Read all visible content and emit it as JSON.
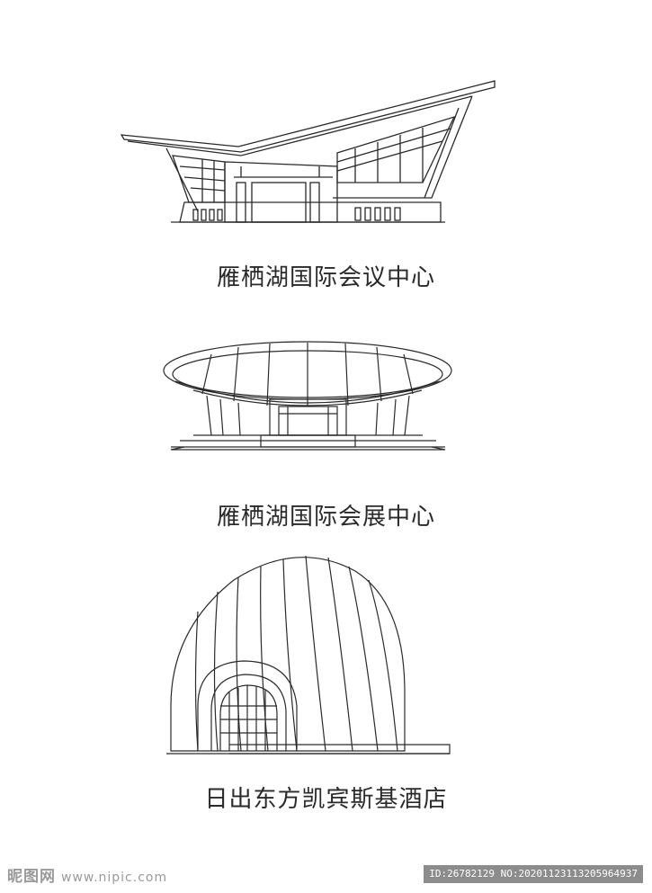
{
  "buildings": [
    {
      "caption": "雁栖湖国际会议中心",
      "icon": "conference-center-drawing"
    },
    {
      "caption": "雁栖湖国际会展中心",
      "icon": "exhibition-center-drawing"
    },
    {
      "caption": "日出东方凯宾斯基酒店",
      "icon": "sunrise-hotel-drawing"
    }
  ],
  "watermark": {
    "logo": "昵图网",
    "url": "www.nipic.com",
    "id_text": "ID:26782129 NO:20201123113205964937"
  },
  "colors": {
    "line": "#2a2a2a",
    "background": "#ffffff",
    "tag": "#8c8c8c"
  }
}
